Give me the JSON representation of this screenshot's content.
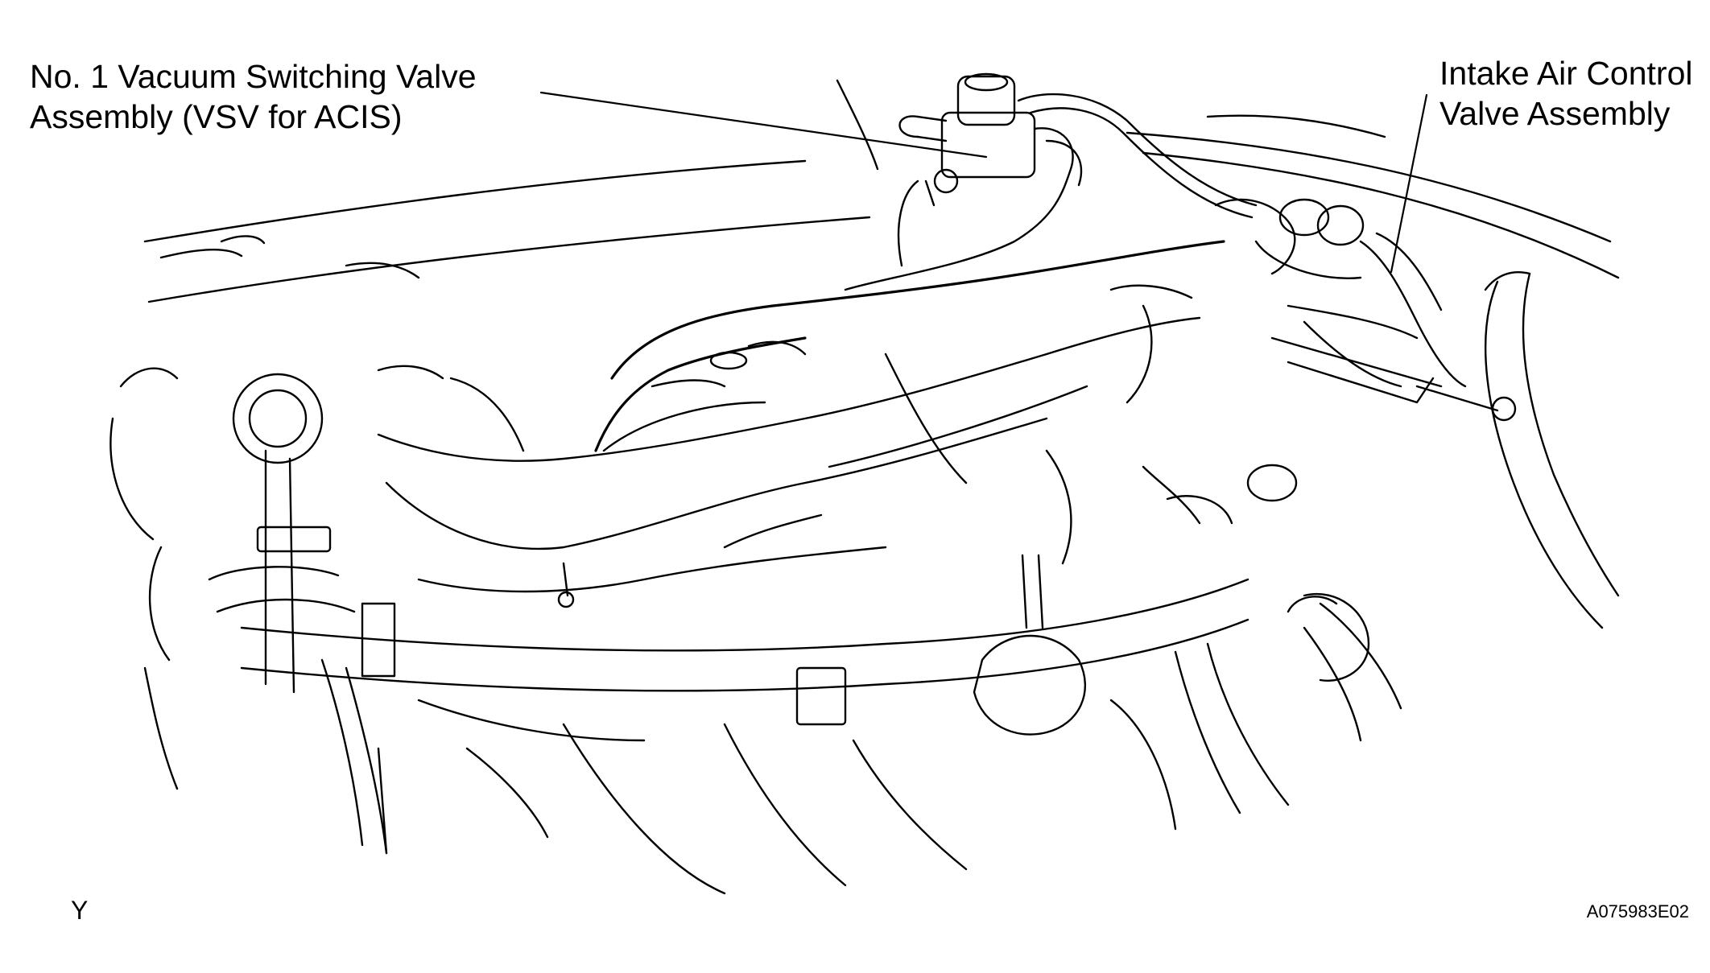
{
  "callouts": {
    "vsv": {
      "line1": "No. 1 Vacuum Switching Valve",
      "line2": "Assembly (VSV for ACIS)"
    },
    "iacv": {
      "line1": "Intake Air Control",
      "line2": "Valve Assembly"
    }
  },
  "view_marker": "Y",
  "figure_id": "A075983E02",
  "colors": {
    "line": "#000000",
    "background": "#ffffff"
  }
}
